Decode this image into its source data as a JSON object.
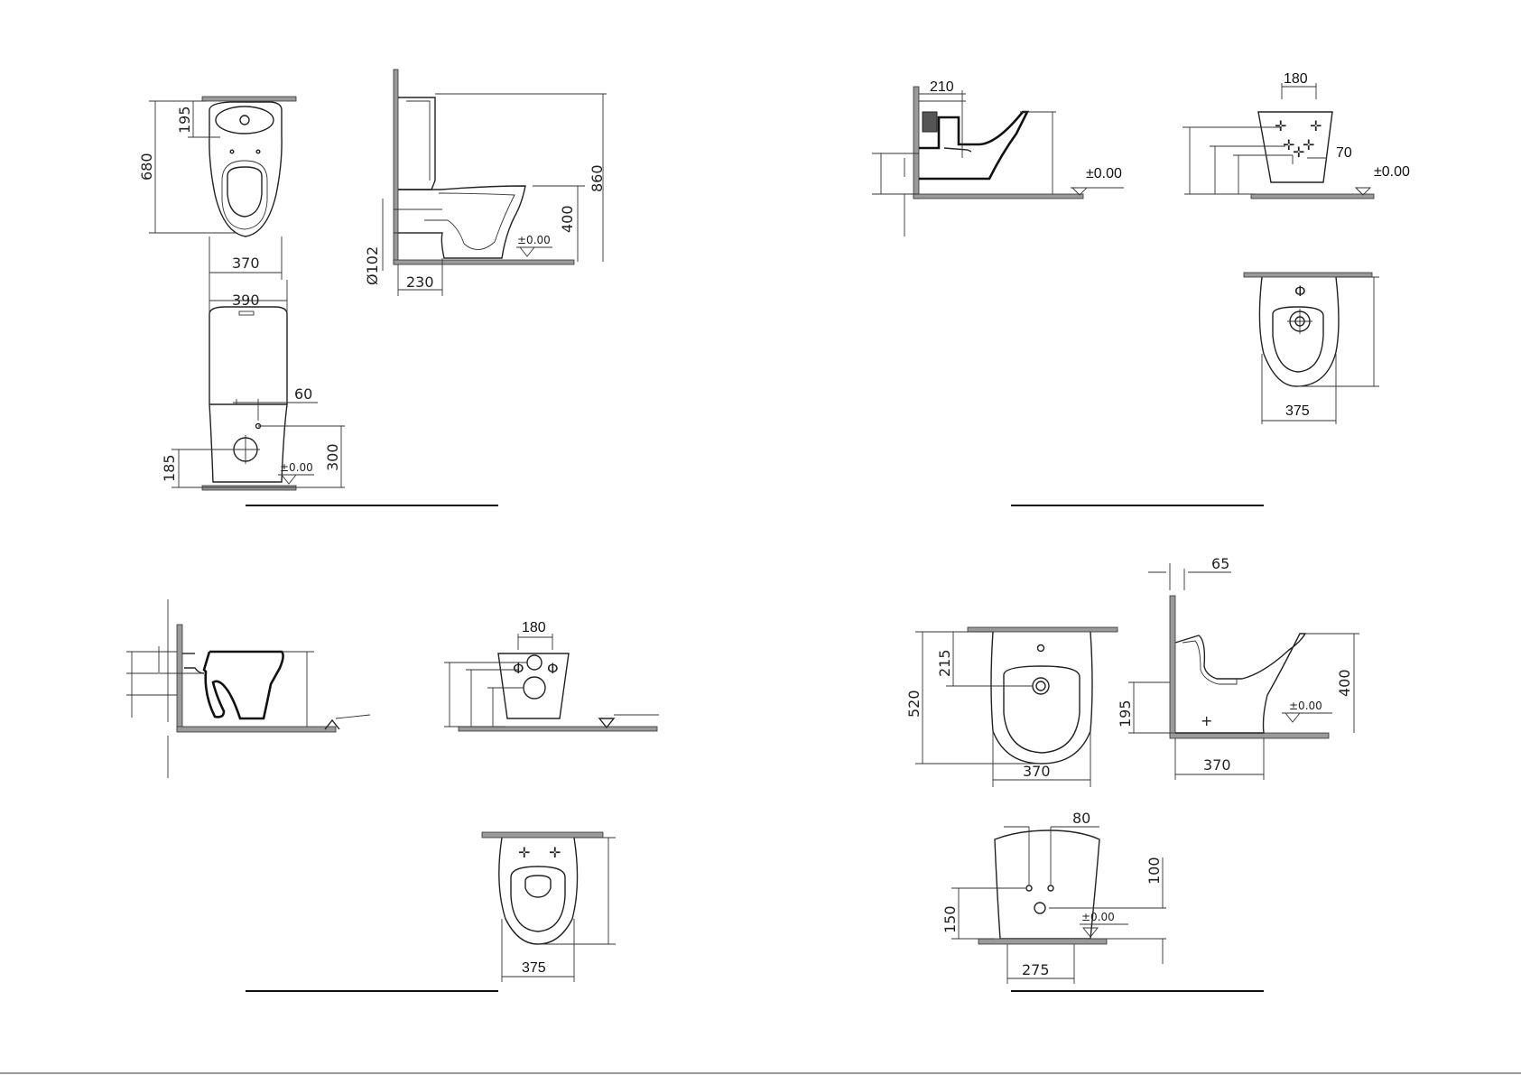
{
  "colors": {
    "line": "#222222",
    "background": "#ffffff",
    "wall_fill": "#9a9a9a"
  },
  "panel_tl": {
    "top_view": {
      "depth": "680",
      "cistern_depth": "195",
      "width": "370"
    },
    "side_view": {
      "height": "860",
      "outlet_height": "400",
      "outlet_diameter": "Ø102",
      "wall_distance": "230",
      "level": "±0.00"
    },
    "front_view": {
      "width": "390",
      "offset": "60",
      "inlet_height": "185",
      "supply_height": "300",
      "level": "±0.00"
    }
  },
  "panel_tr": {
    "side_view": {
      "wall_distance": "210",
      "level": "±0.00"
    },
    "front_view": {
      "bolt_spacing": "180",
      "offset": "70",
      "level": "±0.00"
    },
    "top_view": {
      "width": "375"
    }
  },
  "panel_bl": {
    "front_view": {
      "bolt_spacing": "180"
    },
    "top_view": {
      "width": "375"
    }
  },
  "panel_br": {
    "top_view": {
      "depth": "520",
      "tap_hole": "215",
      "width": "370"
    },
    "side_view": {
      "wall_gap": "65",
      "height": "400",
      "inlet_height": "195",
      "depth": "370",
      "level": "±0.00"
    },
    "front_view": {
      "spacing": "80",
      "supply_height": "100",
      "waste_height": "150",
      "width": "275",
      "level": "±0.00"
    }
  }
}
